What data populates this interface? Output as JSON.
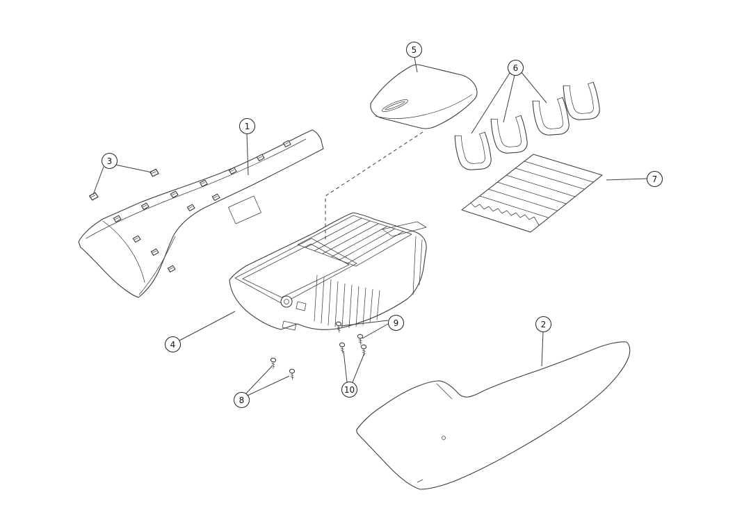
{
  "colors": {
    "background": "#ffffff",
    "line": "#3c3c3c",
    "callout_border": "#1f1f1f",
    "callout_text": "#111111"
  },
  "callouts": [
    {
      "label": "1"
    },
    {
      "label": "2"
    },
    {
      "label": "3"
    },
    {
      "label": "4"
    },
    {
      "label": "5"
    },
    {
      "label": "6"
    },
    {
      "label": "7"
    },
    {
      "label": "8"
    },
    {
      "label": "9"
    },
    {
      "label": "10"
    }
  ]
}
